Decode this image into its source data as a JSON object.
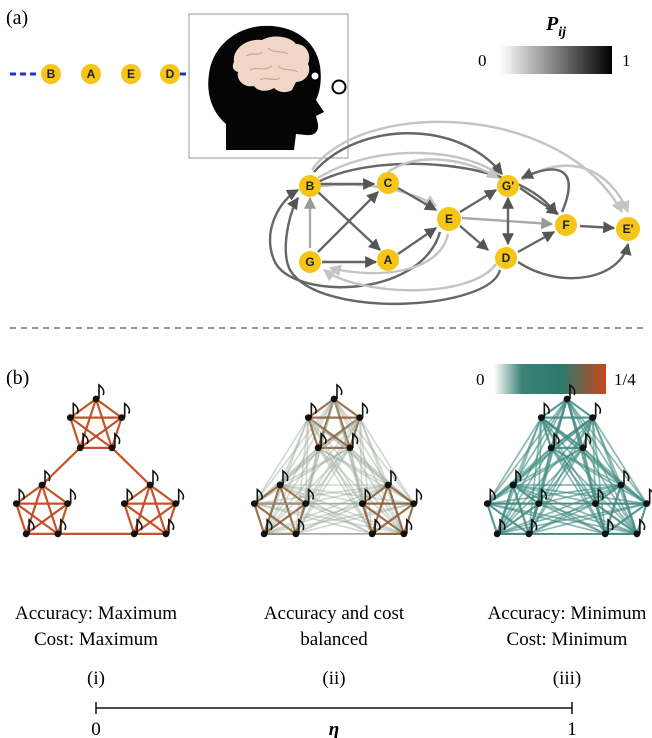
{
  "panel_a": {
    "label": "(a)",
    "sequence_nodes": [
      "B",
      "A",
      "E",
      "D"
    ],
    "colorbar": {
      "title_main": "P",
      "title_sub": "ij",
      "min": "0",
      "max": "1"
    },
    "graph_nodes": [
      "B",
      "C",
      "G'",
      "E",
      "F",
      "E'",
      "G",
      "A",
      "D"
    ]
  },
  "panel_b": {
    "label": "(b)",
    "colorbar": {
      "min": "0",
      "max": "1/4",
      "colors": [
        "#ffffff",
        "#2e7b6f",
        "#c44a1c"
      ]
    },
    "networks": [
      {
        "caption_line1": "Accuracy: Maximum",
        "caption_line2": "Cost: Maximum",
        "numeral": "(i)",
        "edge_color": "#c2491d"
      },
      {
        "caption_line1": "Accuracy and cost",
        "caption_line2": "balanced",
        "numeral": "(ii)",
        "edge_color": "#8b6a48"
      },
      {
        "caption_line1": "Accuracy: Minimum",
        "caption_line2": "Cost: Minimum",
        "numeral": "(iii)",
        "edge_color": "#3f8a80"
      }
    ],
    "axis": {
      "min": "0",
      "symbol": "η",
      "max": "1"
    }
  },
  "colors": {
    "node_fill": "#f5c518",
    "sequence_dash": "#2233cc",
    "divider": "#999999"
  }
}
